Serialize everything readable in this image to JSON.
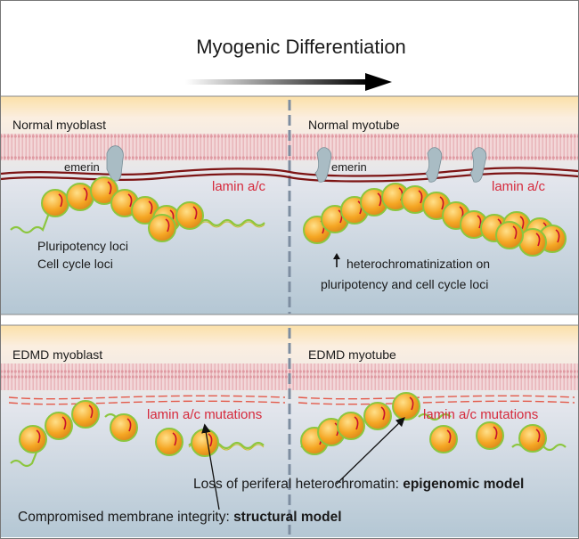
{
  "header": {
    "title": "Myogenic Differentiation"
  },
  "panels": {
    "normal_myoblast": {
      "title": "Normal myoblast",
      "emerin": "emerin",
      "lamin": "lamin a/c",
      "loci_line1": "Pluripotency loci",
      "loci_line2": "Cell cycle loci"
    },
    "normal_myotube": {
      "title": "Normal myotube",
      "emerin": "emerin",
      "lamin": "lamin a/c",
      "note_line1": "heterochromatinization on",
      "note_line2": "pluripotency and cell cycle loci"
    },
    "edmd_myoblast": {
      "title": "EDMD myoblast",
      "lamin": "lamin a/c mutations"
    },
    "edmd_myotube": {
      "title": "EDMD myotube",
      "lamin": "lamin a/c mutations"
    }
  },
  "captions": {
    "epigenomic_prefix": "Loss of periferal heterochromatin: ",
    "epigenomic_model": "epigenomic model",
    "structural_prefix": "Compromised membrane integrity: ",
    "structural_model": "structural model"
  },
  "colors": {
    "nucleosome": "#f5a623",
    "dna": "#8cc63f",
    "lamin": "#8b1a1a",
    "membrane": "#e8a0a8",
    "emerin": "#a9bcc4",
    "mutation_text": "#d62a3c"
  }
}
